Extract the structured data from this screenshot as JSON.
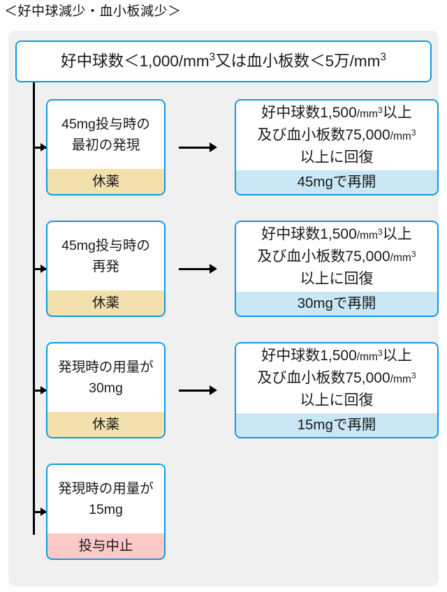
{
  "title": "＜好中球減少・血小板減少＞",
  "colors": {
    "panel_background": "#f0f0f0",
    "box_border": "#0b9ae0",
    "footer_pause": "#f2e0ad",
    "footer_resume": "#c9e7f5",
    "footer_stop": "#fcc9c9",
    "connector": "#000000",
    "text": "#1a1a1a"
  },
  "top_box": {
    "text_prefix": "好中球数＜1,000/mm",
    "text_middle": "又は血小板数＜5万/mm",
    "sup": "3",
    "full_text": "好中球数＜1,000/mm³又は血小板数＜5万/mm³"
  },
  "rows": [
    {
      "left": {
        "line1": "45mg投与時の",
        "line2": "最初の発現",
        "footer": "休薬",
        "footer_type": "pause"
      },
      "right": {
        "line1_a": "好中球数1,500",
        "line1_unit": "/mm",
        "line1_b": "以上",
        "line2_a": "及び血小板数75,000",
        "line2_unit": "/mm",
        "line3": "以上に回復",
        "footer": "45mgで再開",
        "footer_type": "resume"
      }
    },
    {
      "left": {
        "line1": "45mg投与時の",
        "line2": "再発",
        "footer": "休薬",
        "footer_type": "pause"
      },
      "right": {
        "line1_a": "好中球数1,500",
        "line1_unit": "/mm",
        "line1_b": "以上",
        "line2_a": "及び血小板数75,000",
        "line2_unit": "/mm",
        "line3": "以上に回復",
        "footer": "30mgで再開",
        "footer_type": "resume"
      }
    },
    {
      "left": {
        "line1": "発現時の用量が",
        "line2": "30mg",
        "footer": "休薬",
        "footer_type": "pause"
      },
      "right": {
        "line1_a": "好中球数1,500",
        "line1_unit": "/mm",
        "line1_b": "以上",
        "line2_a": "及び血小板数75,000",
        "line2_unit": "/mm",
        "line3": "以上に回復",
        "footer": "15mgで再開",
        "footer_type": "resume"
      }
    },
    {
      "left": {
        "line1": "発現時の用量が",
        "line2": "15mg",
        "footer": "投与中止",
        "footer_type": "stop"
      },
      "right": null
    }
  ],
  "superscript": "3",
  "connectors": {
    "trunk_label": "branch-trunk",
    "arrow_glyph": "→"
  }
}
